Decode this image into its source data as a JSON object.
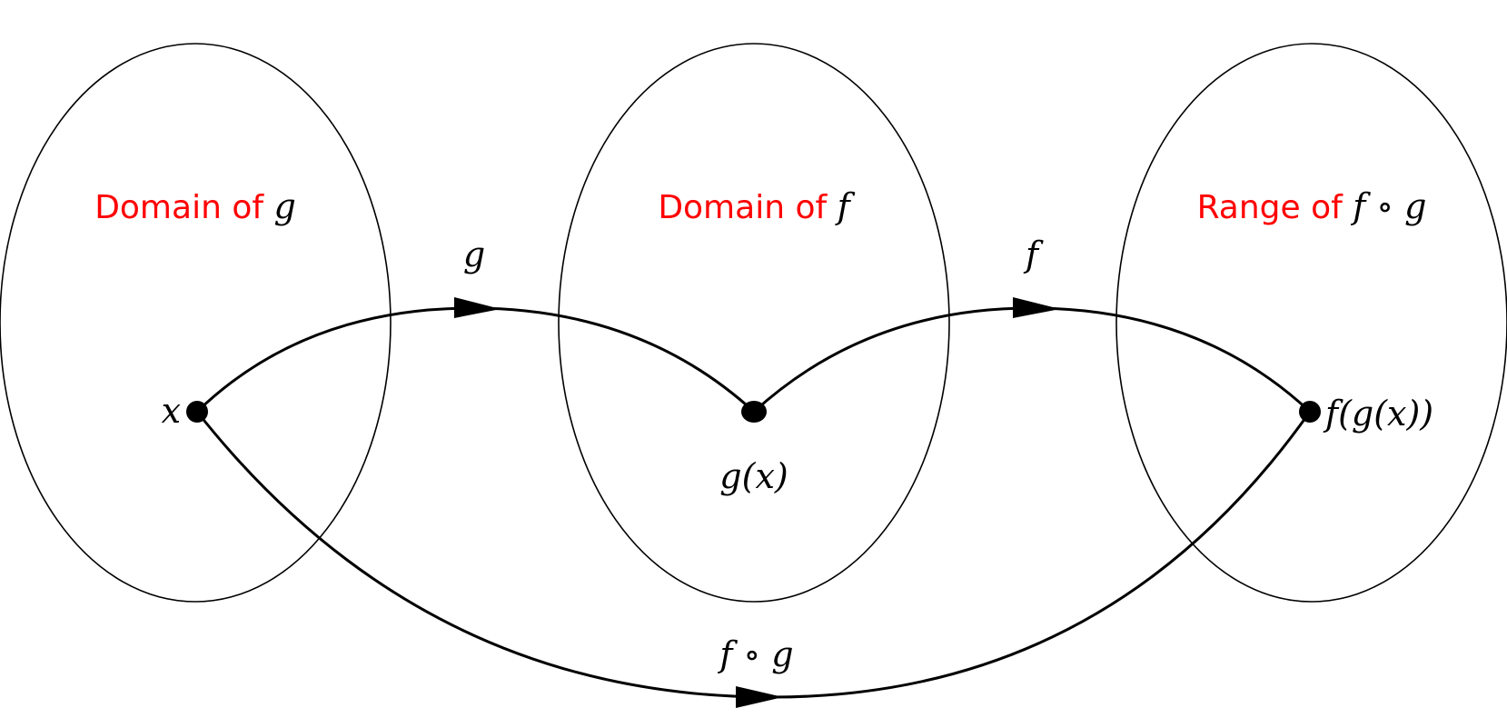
{
  "colors": {
    "set_label": "#ff0000",
    "ink": "#000000",
    "background": "#ffffff"
  },
  "sets": [
    {
      "id": "domain-g",
      "label_text": "Domain of ",
      "label_symbol": "g"
    },
    {
      "id": "domain-f",
      "label_text": "Domain of ",
      "label_symbol": "f"
    },
    {
      "id": "range-fog",
      "label_text": "Range of ",
      "label_symbol": "f ∘ g"
    }
  ],
  "points": {
    "x": "x",
    "gx": "g(x)",
    "fgx": "f(g(x))"
  },
  "maps": {
    "g": "g",
    "f": "f",
    "fog": "f ∘ g"
  }
}
